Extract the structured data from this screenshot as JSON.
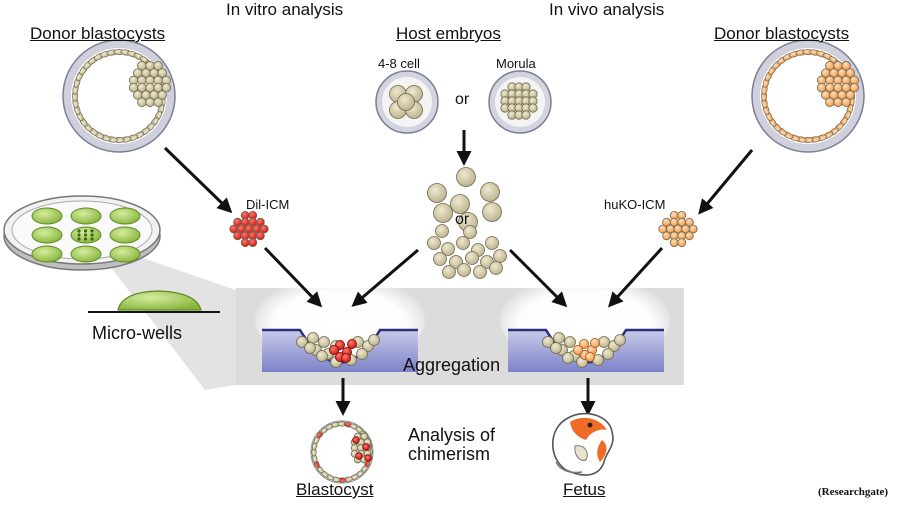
{
  "headings": {
    "in_vitro": "In vitro analysis",
    "in_vivo": "In vivo analysis",
    "donor_left": "Donor blastocysts",
    "host": "Host embryos",
    "donor_right": "Donor blastocysts"
  },
  "labels": {
    "four_eight_cell": "4-8 cell",
    "morula": "Morula",
    "or_top": "or",
    "or_mid": "or",
    "dil_icm": "Dil-ICM",
    "hukO_icm": "huKO-ICM",
    "micro_wells": "Micro-wells",
    "aggregation": "Aggregation",
    "analysis": "Analysis of\nchimerism",
    "blastocyst": "Blastocyst",
    "fetus": "Fetus",
    "credit": "(Researchgate)"
  },
  "colors": {
    "cell_beige": "#cdc4a0",
    "cell_stroke": "#6f6a4f",
    "dil_red": "#e0181c",
    "huko_orange": "#f5a35a",
    "well_green": "#a7cf5b",
    "well_blue": "#5a60b0",
    "panel_gray": "#dcdcdc"
  }
}
